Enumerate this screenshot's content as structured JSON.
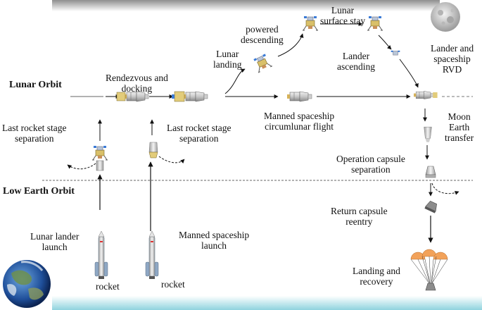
{
  "orbits": {
    "lunar": "Lunar Orbit",
    "leo": "Low Earth Orbit"
  },
  "labels": {
    "rendezvous": [
      "Rendezvous and",
      "docking"
    ],
    "lunar_landing": [
      "Lunar",
      "landing"
    ],
    "powered_descending": [
      "powered",
      "descending"
    ],
    "lunar_surface_stay": [
      "Lunar",
      "surface stay"
    ],
    "lander_ascending": [
      "Lander",
      "ascending"
    ],
    "lander_spaceship_rvd": [
      "Lander and",
      "spaceship",
      "RVD"
    ],
    "manned_circumlunar": [
      "Manned spaceship",
      "circumlunar flight"
    ],
    "moon_earth_transfer": [
      "Moon",
      "Earth",
      "transfer"
    ],
    "last_stage_left": [
      "Last rocket stage",
      "separation"
    ],
    "last_stage_right": [
      "Last rocket stage",
      "separation"
    ],
    "operation_capsule": [
      "Operation capsule",
      "separation"
    ],
    "return_capsule": [
      "Return capsule",
      "reentry"
    ],
    "lunar_lander_launch": [
      "Lunar lander",
      "launch"
    ],
    "manned_spaceship_launch": [
      "Manned spaceship",
      "launch"
    ],
    "landing_recovery": [
      "Landing and",
      "recovery"
    ],
    "rocket_left": "rocket",
    "rocket_right": "rocket"
  },
  "colors": {
    "space_gradient_top": "#a0a0a0",
    "ground_gradient": "#a8dde6",
    "parachute": "#f2a25a"
  }
}
